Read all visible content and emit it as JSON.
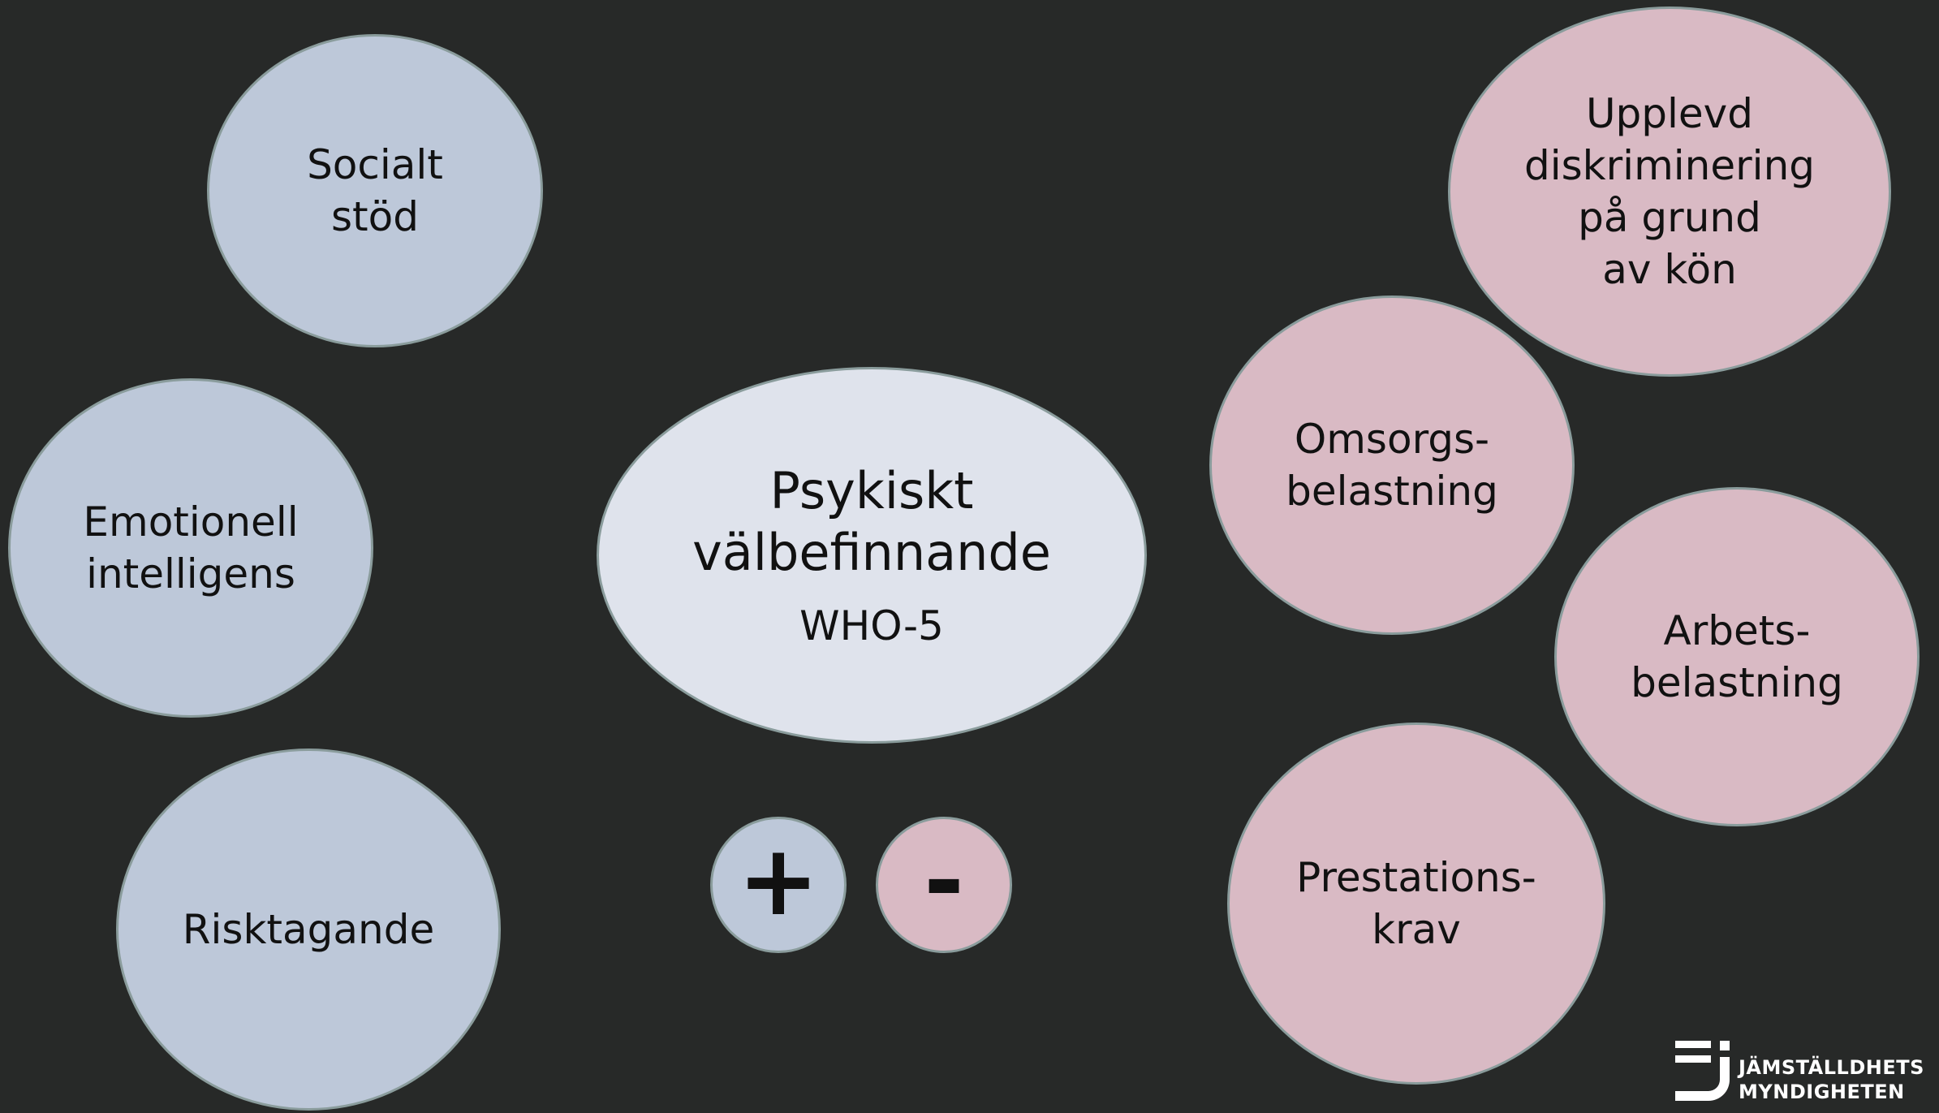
{
  "colors": {
    "background": "#272928",
    "positive": "#bdc8d9",
    "negative": "#d9bac4",
    "center": "#dfe3ec",
    "outline": "#8a9c9c"
  },
  "center": {
    "title": "Psykiskt\nvälbefinnande",
    "subtitle": "WHO-5"
  },
  "positive_factors": [
    "Socialt\nstöd",
    "Emotionell\nintelligens",
    "Risktagande"
  ],
  "negative_factors": [
    "Upplevd\ndiskriminering\npå grund\nav kön",
    "Omsorgs-\nbelastning",
    "Arbets-\nbelastning",
    "Prestations-\nkrav"
  ],
  "legend": {
    "plus": "+",
    "minus": "-"
  },
  "logo": {
    "line1": "JÄMSTÄLLDHETS",
    "line2": "MYNDIGHETEN"
  }
}
